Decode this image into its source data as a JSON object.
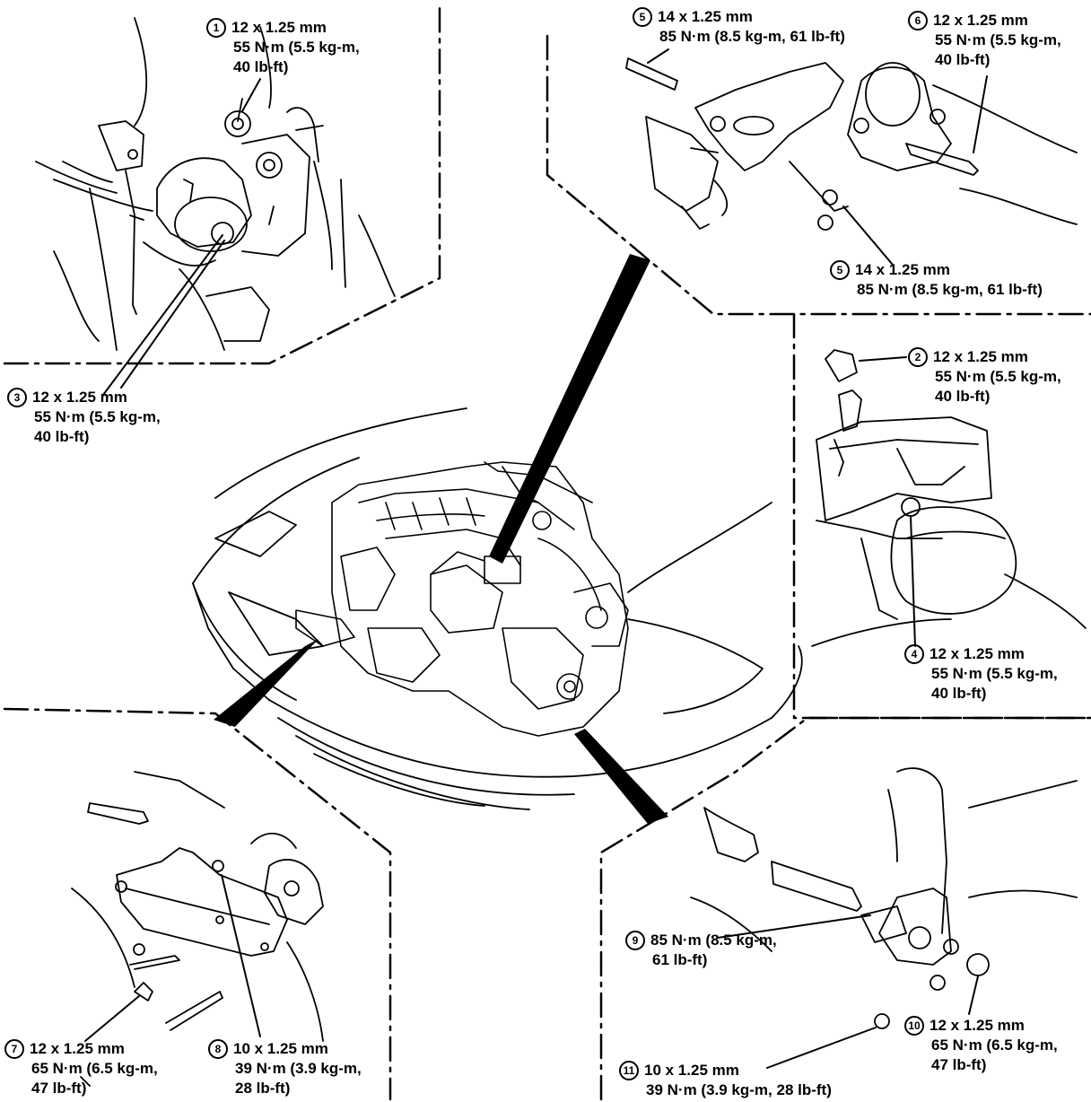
{
  "colors": {
    "ink": "#000000",
    "paper": "#ffffff"
  },
  "callouts": [
    {
      "id": "1",
      "num": "1",
      "size": "12 x 1.25 mm",
      "torque": "55 N·m (5.5 kg-m,",
      "torque2": "40 lb-ft)"
    },
    {
      "id": "3",
      "num": "3",
      "size": "12 x 1.25 mm",
      "torque": "55 N·m (5.5 kg-m,",
      "torque2": "40 lb-ft)"
    },
    {
      "id": "5a",
      "num": "5",
      "size": "14 x 1.25 mm",
      "torque": "85 N·m (8.5 kg-m, 61 lb-ft)"
    },
    {
      "id": "6",
      "num": "6",
      "size": "12 x 1.25 mm",
      "torque": "55 N·m (5.5 kg-m,",
      "torque2": "40 lb-ft)"
    },
    {
      "id": "5b",
      "num": "5",
      "size": "14 x 1.25 mm",
      "torque": "85 N·m (8.5 kg-m, 61 lb-ft)"
    },
    {
      "id": "2",
      "num": "2",
      "size": "12 x 1.25 mm",
      "torque": "55 N·m (5.5 kg-m,",
      "torque2": "40 lb-ft)"
    },
    {
      "id": "4",
      "num": "4",
      "size": "12 x 1.25 mm",
      "torque": "55 N·m (5.5 kg-m,",
      "torque2": "40 lb-ft)"
    },
    {
      "id": "9",
      "num": "9",
      "size": "85 N·m (8.5 kg-m,",
      "torque": "61 lb-ft)"
    },
    {
      "id": "10",
      "num": "10",
      "size": "12 x 1.25 mm",
      "torque": "65 N·m (6.5 kg-m,",
      "torque2": "47 lb-ft)"
    },
    {
      "id": "7",
      "num": "7",
      "size": "12 x 1.25 mm",
      "torque": "65 N·m (6.5 kg-m,",
      "torque2": "47 lb-ft)"
    },
    {
      "id": "8",
      "num": "8",
      "size": "10 x 1.25 mm",
      "torque": "39 N·m (3.9 kg-m,",
      "torque2": "28 lb-ft)"
    },
    {
      "id": "11",
      "num": "11",
      "size": "10 x 1.25 mm",
      "torque": "39 N·m (3.9 kg-m, 28 lb-ft)"
    }
  ]
}
